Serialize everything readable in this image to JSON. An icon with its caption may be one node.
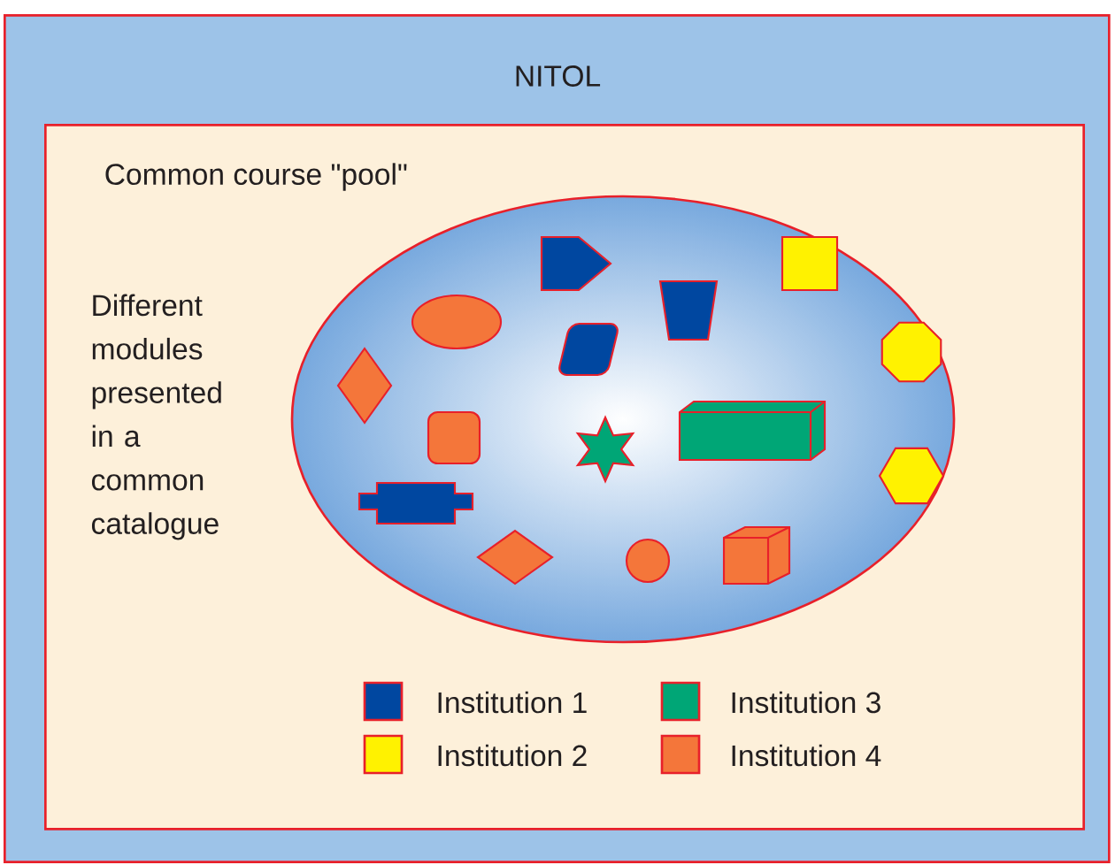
{
  "diagram": {
    "nodes": [
      {
        "text": [
          "NITOL"
        ]
      },
      {
        "text": [
          "Common course \"pool\"",
          "Different modules presented in a common catalogue"
        ],
        "in": 0
      }
    ],
    "legend": [
      {
        "text": "Institution 1",
        "color": "#0047a0"
      },
      {
        "text": "Institution 2",
        "color": "#fff200"
      },
      {
        "text": "Institution 3",
        "color": "#00a676"
      },
      {
        "text": "Institution 4",
        "color": "#f4763a"
      }
    ]
  }
}
